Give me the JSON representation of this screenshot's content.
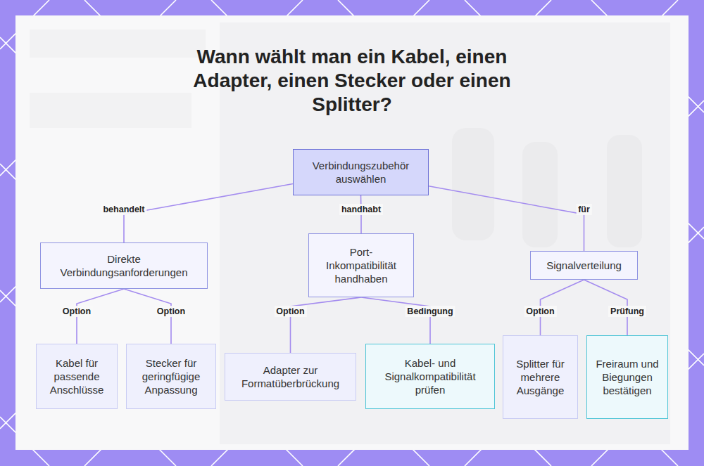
{
  "diagram": {
    "title": "Wann wählt man ein Kabel, einen Adapter, einen Stecker oder einen Splitter?",
    "nodes": [
      {
        "text": [
          "Verbindungszubehör auswählen"
        ]
      },
      {
        "text": [
          "Direkte Verbindungsanforderungen"
        ]
      },
      {
        "text": [
          "Port-Inkompatibilität handhaben"
        ]
      },
      {
        "text": [
          "Signalverteilung"
        ]
      },
      {
        "text": [
          "Kabel für passende Anschlüsse"
        ]
      },
      {
        "text": [
          "Stecker für geringfügige Anpassung"
        ]
      },
      {
        "text": [
          "Adapter zur Formatüberbrückung"
        ]
      },
      {
        "text": [
          "Kabel- und Signalkompatibilität prüfen"
        ]
      },
      {
        "text": [
          "Splitter für mehrere Ausgänge"
        ]
      },
      {
        "text": [
          "Freiraum und Biegungen bestätigen"
        ]
      }
    ],
    "edges": [
      {
        "from": 0,
        "to": 1,
        "label": "behandelt",
        "arrow": "none"
      },
      {
        "from": 0,
        "to": 2,
        "label": "handhabt",
        "arrow": "none"
      },
      {
        "from": 0,
        "to": 3,
        "label": "für",
        "arrow": "none"
      },
      {
        "from": 1,
        "to": 4,
        "label": "Option",
        "arrow": "none"
      },
      {
        "from": 1,
        "to": 5,
        "label": "Option",
        "arrow": "none"
      },
      {
        "from": 2,
        "to": 6,
        "label": "Option",
        "arrow": "none"
      },
      {
        "from": 2,
        "to": 7,
        "label": "Bedingung",
        "arrow": "none"
      },
      {
        "from": 3,
        "to": 8,
        "label": "Option",
        "arrow": "none"
      },
      {
        "from": 3,
        "to": 9,
        "label": "Prüfung",
        "arrow": "none"
      }
    ]
  }
}
